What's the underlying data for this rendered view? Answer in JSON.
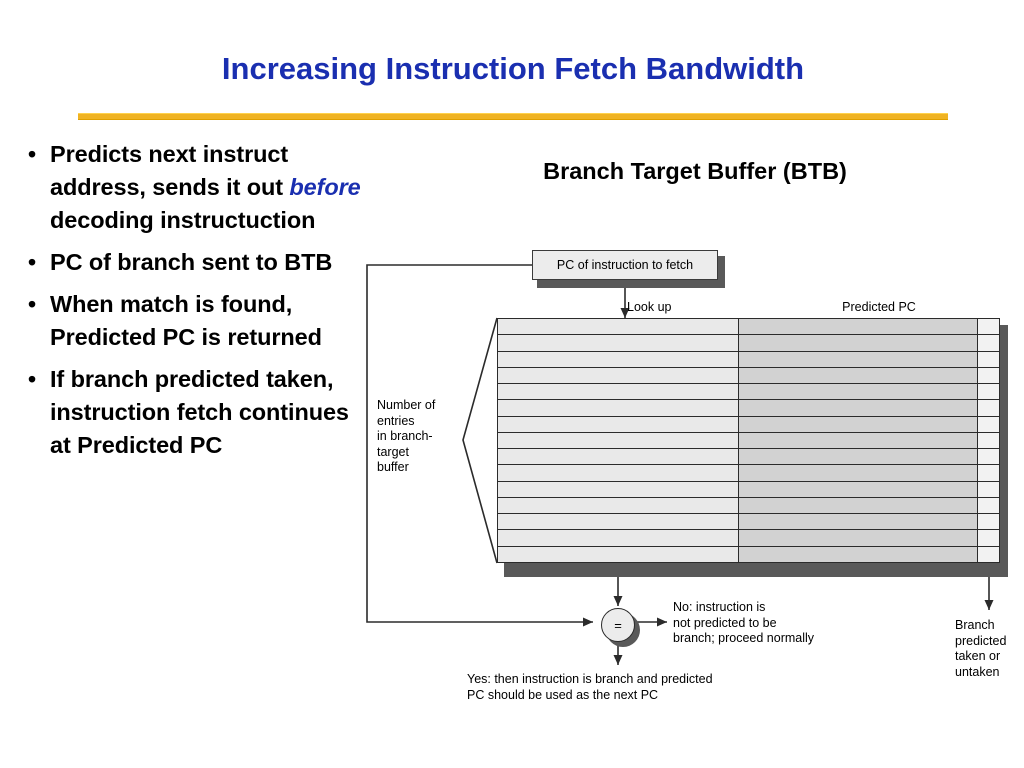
{
  "slide": {
    "title": "Increasing Instruction Fetch Bandwidth",
    "title_color": "#1a2fb0",
    "rule_color": "#f0b323"
  },
  "bullets": [
    {
      "marker": "•",
      "pre": "Predicts next instruct address, sends it out ",
      "emph": "before",
      "post": " decoding instructuction"
    },
    {
      "marker": "•",
      "pre": "PC of branch sent to BTB",
      "emph": "",
      "post": ""
    },
    {
      "marker": "•",
      "pre": "When match is found, Predicted PC is returned",
      "emph": "",
      "post": ""
    },
    {
      "marker": "•",
      "pre": "If branch predicted taken, instruction fetch continues at Predicted PC",
      "emph": "",
      "post": ""
    }
  ],
  "diagram": {
    "heading": "Branch Target Buffer (BTB)",
    "pc_box_label": "PC of instruction to fetch",
    "lookup_label": "Look up",
    "predicted_pc_label": "Predicted PC",
    "entries_label": "Number of\nentries\nin branch-\ntarget\nbuffer",
    "comparator_symbol": "=",
    "no_label": "No:  instruction is\nnot predicted to be\nbranch; proceed normally",
    "yes_label": "Yes:  then instruction is branch and predicted\nPC should be used as the next PC",
    "branch_outcome_label": "Branch\npredicted\ntaken or\nuntaken",
    "table": {
      "row_count": 15,
      "columns": [
        "tag",
        "predicted-pc",
        "taken-flag"
      ],
      "fill_tag": "#e9e9e9",
      "fill_predicted": "#d2d2d2",
      "fill_flag": "#f2f2f2",
      "border": "#2b2b2b",
      "shadow": "#595959"
    }
  }
}
